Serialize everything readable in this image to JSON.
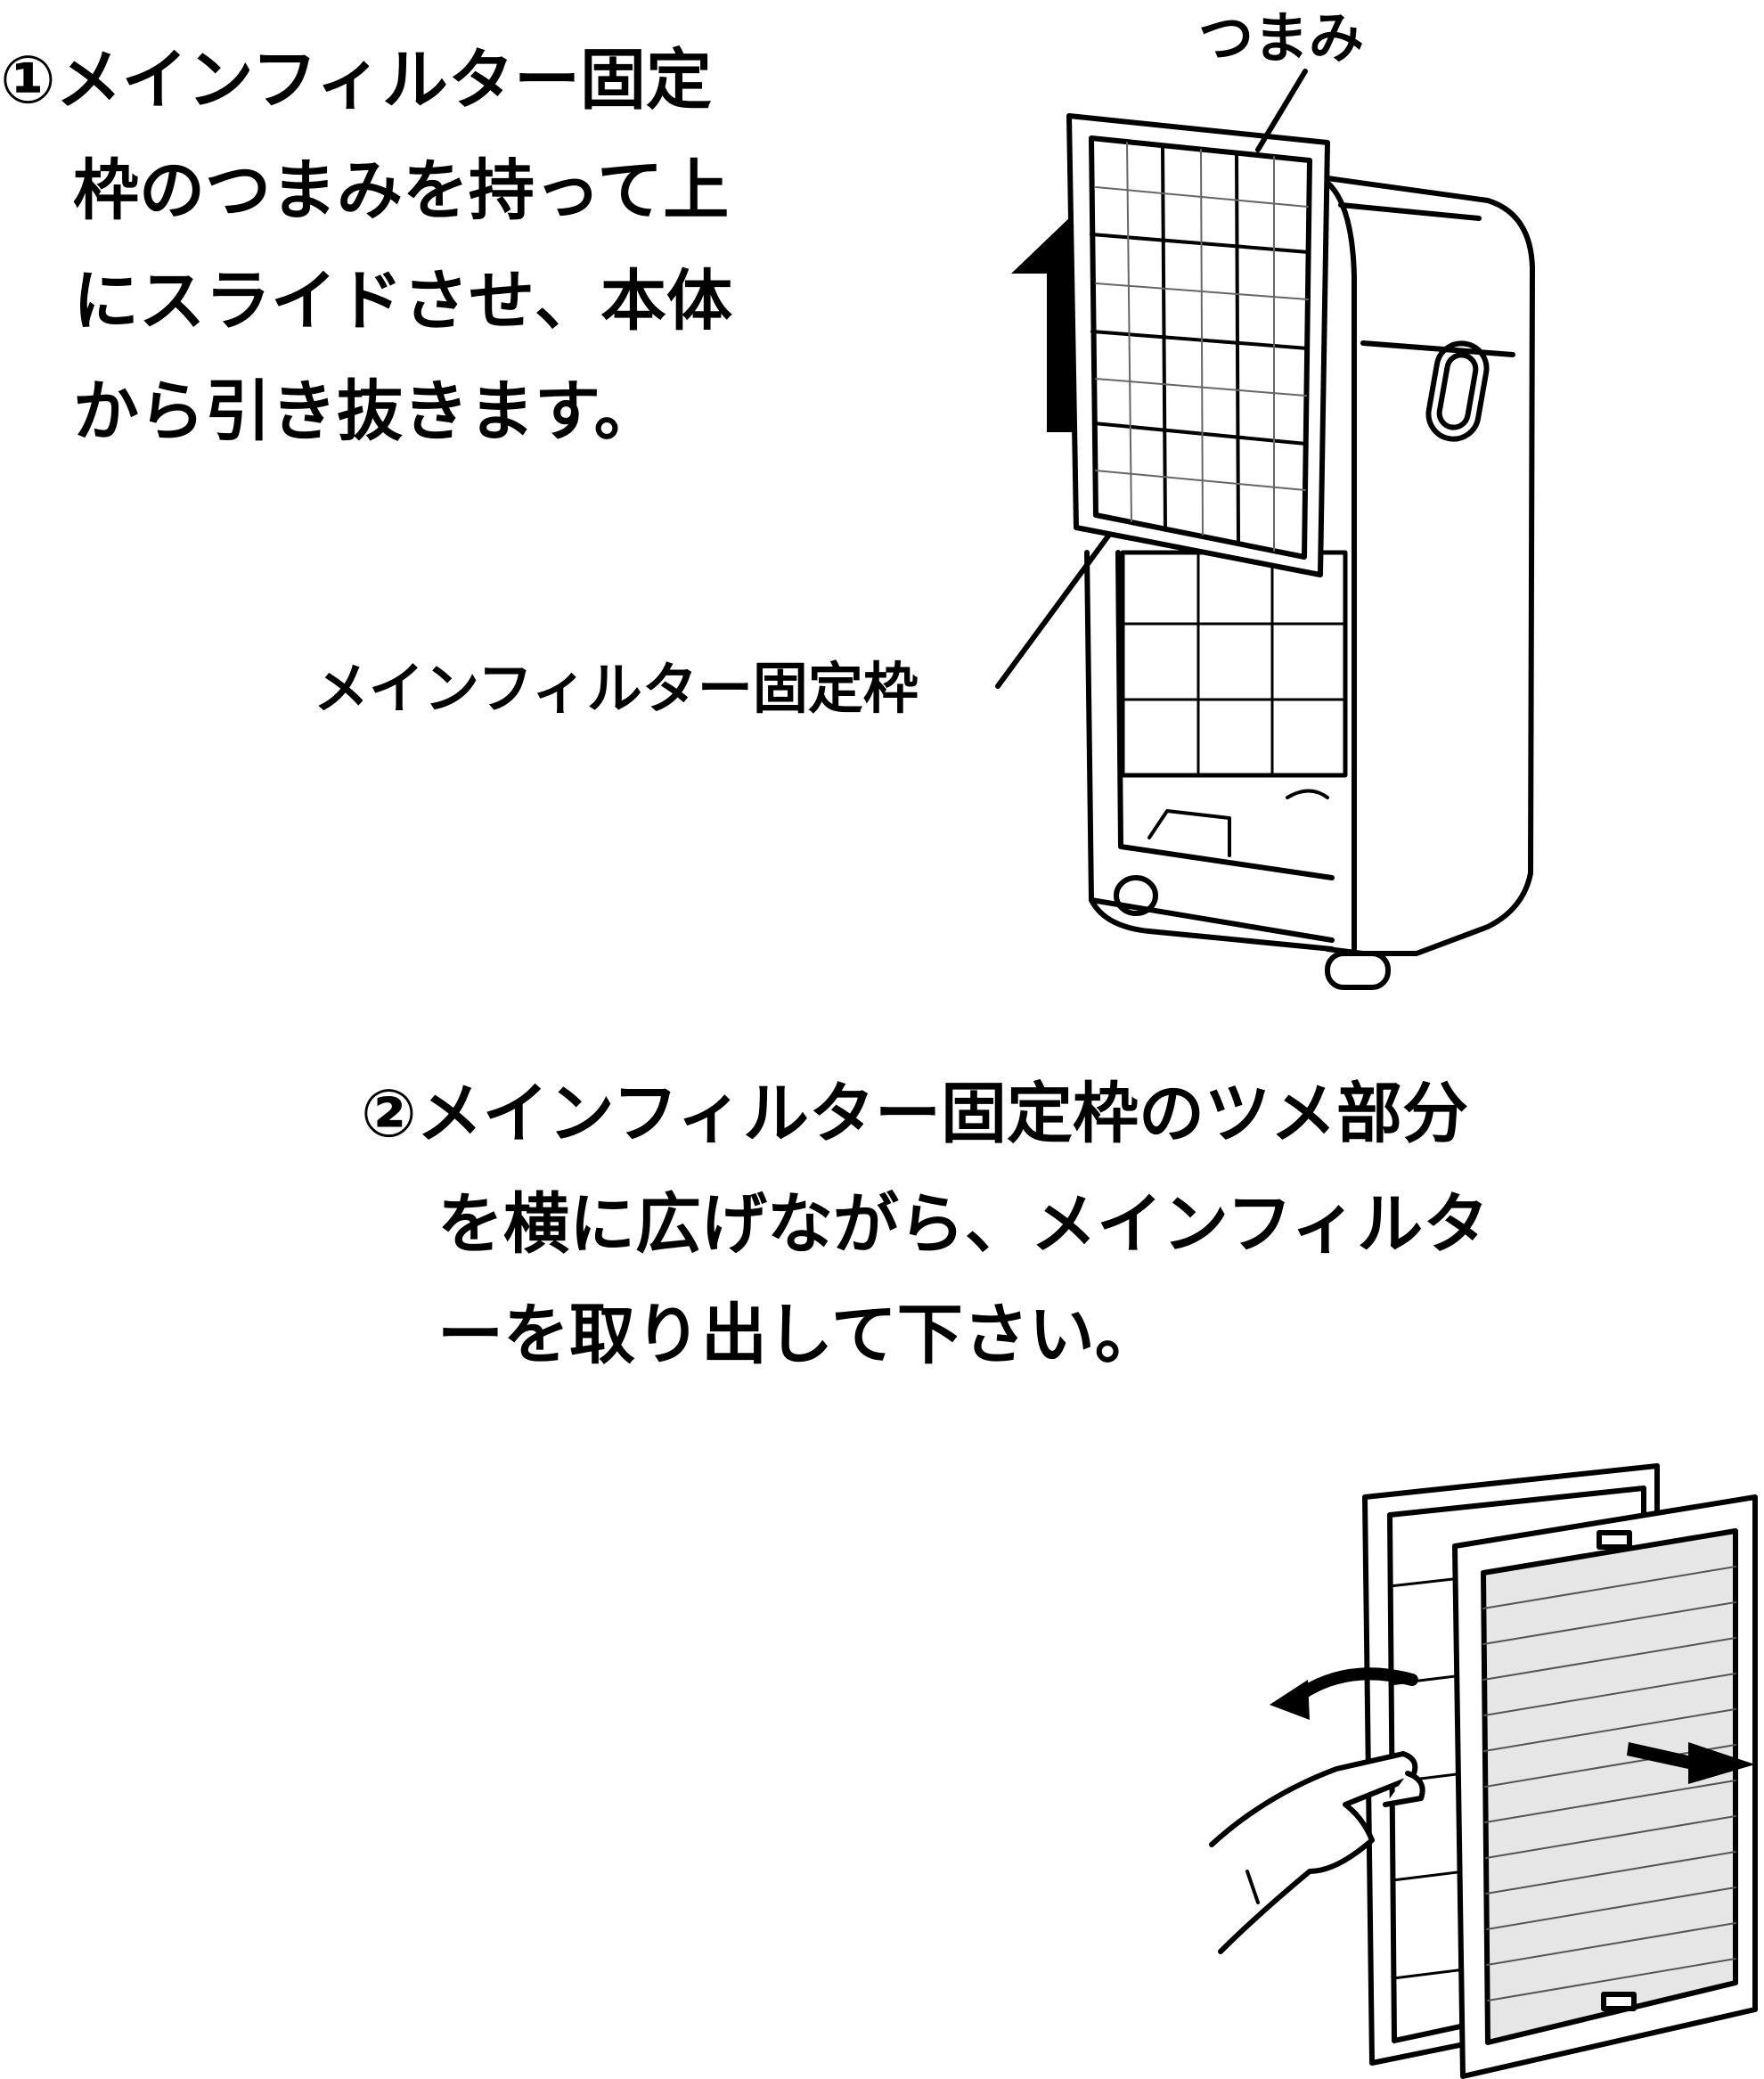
{
  "step1": {
    "lines": [
      "①メインフィルター固定",
      "枠のつまみを持って上",
      "にスライドさせ、本体",
      "から引き抜きます。"
    ]
  },
  "step2": {
    "lines": [
      "②メインフィルター固定枠のツメ部分",
      "を横に広げながら、メインフィルタ",
      "ーを取り出して下さい。"
    ]
  },
  "callouts": {
    "knob": "つまみ",
    "frame": "メインフィルター固定枠"
  }
}
